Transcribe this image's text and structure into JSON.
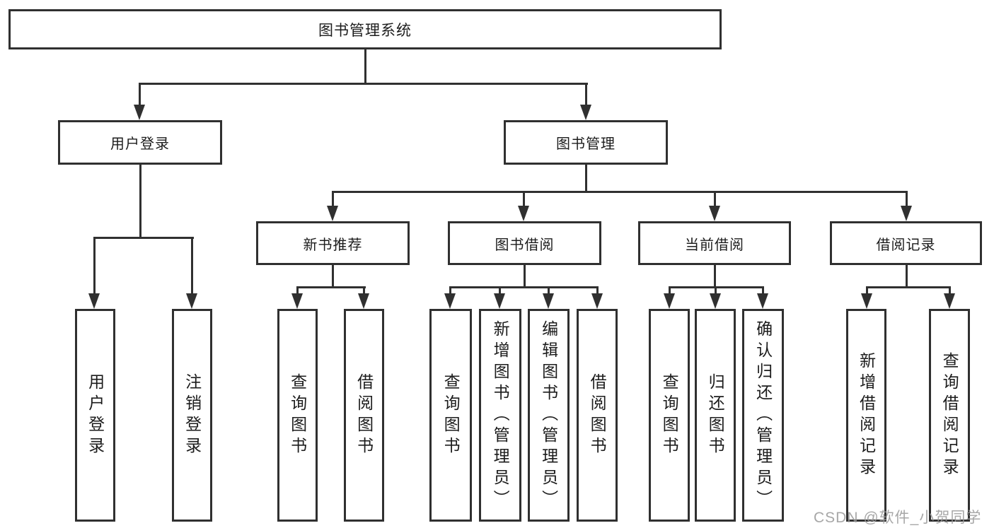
{
  "tree": {
    "root_label": "图书管理系统",
    "branches": [
      {
        "label": "用户登录",
        "children": [
          {
            "label": "用户登录"
          },
          {
            "label": "注销登录"
          }
        ]
      },
      {
        "label": "图书管理",
        "children": [
          {
            "label": "新书推荐",
            "children": [
              {
                "label": "查询图书"
              },
              {
                "label": "借阅图书"
              }
            ]
          },
          {
            "label": "图书借阅",
            "children": [
              {
                "label": "查询图书"
              },
              {
                "label": "新增图书（管理员）"
              },
              {
                "label": "编辑图书（管理员）"
              },
              {
                "label": "借阅图书"
              }
            ]
          },
          {
            "label": "当前借阅",
            "children": [
              {
                "label": "查询图书"
              },
              {
                "label": "归还图书"
              },
              {
                "label": "确认归还（管理员）"
              }
            ]
          },
          {
            "label": "借阅记录",
            "children": [
              {
                "label": "新增借阅记录"
              },
              {
                "label": "查询借阅记录"
              }
            ]
          }
        ]
      }
    ]
  },
  "watermark": {
    "text": "CSDN @软件_小贺同学"
  },
  "colors": {
    "line": "#303030",
    "box_border": "#303030",
    "box_background": "#ffffff",
    "text": "#1c1c1c",
    "watermark": "#9b9b9b",
    "background": "#ffffff"
  }
}
